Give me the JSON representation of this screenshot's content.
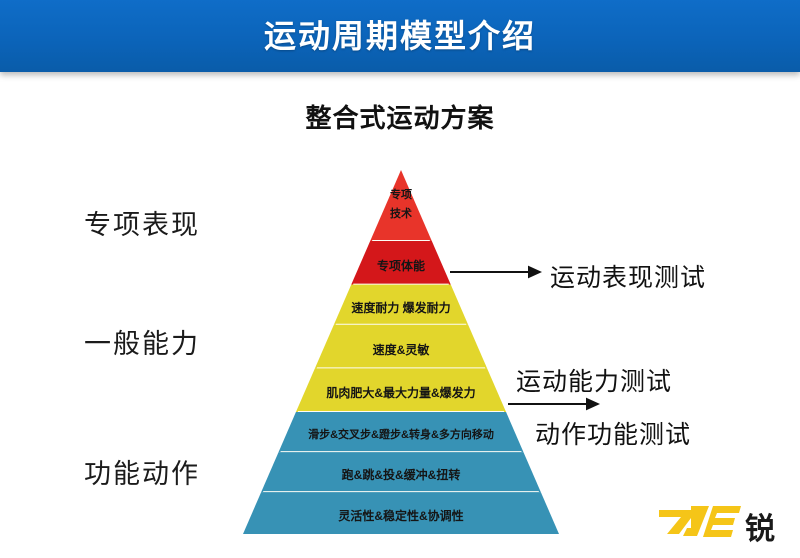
{
  "header": {
    "title": "运动周期模型介绍",
    "background_color": "#0b63b8",
    "text_color": "#ffffff"
  },
  "subtitle": "整合式运动方案",
  "left_labels": [
    {
      "text": "专项表现"
    },
    {
      "text": "一般能力"
    },
    {
      "text": "功能动作"
    }
  ],
  "right_labels": [
    {
      "text": "运动表现测试"
    },
    {
      "text": "运动能力测试"
    },
    {
      "text": "动作功能测试"
    }
  ],
  "pyramid": {
    "colors": {
      "red_top": "#e8342a",
      "red_dark": "#d4171a",
      "yellow": "#e2d62c",
      "blue": "#3792b5",
      "divider": "#fdfdf6"
    },
    "tiers": [
      {
        "label": "专项技术",
        "label_lines": [
          "专项",
          "技术"
        ],
        "color_key": "red_top",
        "font_size": 11
      },
      {
        "label": "专项体能",
        "label_lines": [
          "专项体能"
        ],
        "color_key": "red_dark",
        "font_size": 12
      },
      {
        "label": "速度耐力 爆发耐力",
        "label_lines": [
          "速度耐力 爆发耐力"
        ],
        "color_key": "yellow",
        "font_size": 12
      },
      {
        "label": "速度&灵敏",
        "label_lines": [
          "速度&灵敏"
        ],
        "color_key": "yellow",
        "font_size": 12
      },
      {
        "label": "肌肉肥大&最大力量&爆发力",
        "label_lines": [
          "肌肉肥大&最大力量&爆发力"
        ],
        "color_key": "yellow",
        "font_size": 12
      },
      {
        "label": "滑步&交叉步&蹬步&转身&多方向移动",
        "label_lines": [
          "滑步&交叉步&蹬步&转身&多方向移动"
        ],
        "color_key": "blue",
        "font_size": 11
      },
      {
        "label": "跑&跳&投&缓冲&扭转",
        "label_lines": [
          "跑&跳&投&缓冲&扭转"
        ],
        "color_key": "blue",
        "font_size": 12
      },
      {
        "label": "灵活性&稳定性&协调性",
        "label_lines": [
          "灵活性&稳定性&协调性"
        ],
        "color_key": "blue",
        "font_size": 12
      }
    ]
  },
  "logo": {
    "mark": "rje-logo-icon",
    "word": "锐",
    "mark_color": "#f5c518"
  }
}
